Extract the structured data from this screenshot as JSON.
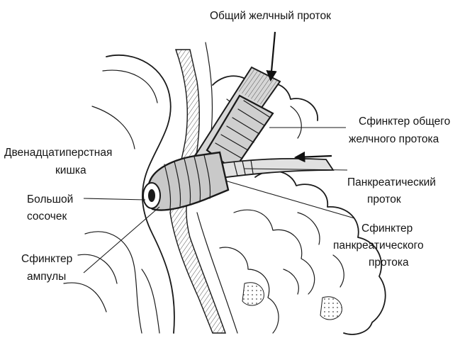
{
  "labels": {
    "common_bile_duct": "Общий желчный проток",
    "bile_duct_sphincter_1": "Сфинктер общего",
    "bile_duct_sphincter_2": "желчного протока",
    "duodenum_1": "Двенадцатиперстная",
    "duodenum_2": "кишка",
    "pancreatic_duct_1": "Панкреатический",
    "pancreatic_duct_2": "проток",
    "major_papilla_1": "Большой",
    "major_papilla_2": "сосочек",
    "pancreatic_sphincter_1": "Сфинктер",
    "pancreatic_sphincter_2": "панкреатического",
    "pancreatic_sphincter_3": "протока",
    "ampulla_sphincter_1": "Сфинктер",
    "ampulla_sphincter_2": "ампулы"
  }
}
